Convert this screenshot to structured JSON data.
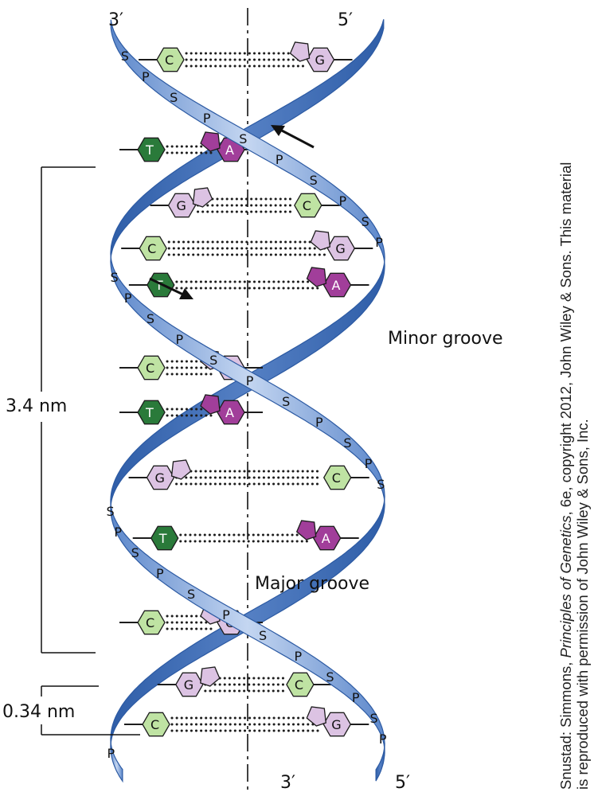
{
  "labels": {
    "top_left_end": "3′",
    "top_right_end": "5′",
    "bottom_left_end": "3′",
    "bottom_right_end": "5′",
    "minor_groove": "Minor groove",
    "major_groove": "Major groove",
    "turn_length": "3.4 nm",
    "base_spacing": "0.34 nm"
  },
  "base_pairs": [
    {
      "left": "C",
      "right": "G"
    },
    {
      "left": "T",
      "right": "A"
    },
    {
      "left": "G",
      "right": "C"
    },
    {
      "left": "C",
      "right": "G"
    },
    {
      "left": "T",
      "right": "A"
    },
    {
      "left": "C",
      "right": "G"
    },
    {
      "left": "T",
      "right": "A"
    },
    {
      "left": "G",
      "right": "C"
    },
    {
      "left": "T",
      "right": "A"
    },
    {
      "left": "C",
      "right": "G"
    },
    {
      "left": "G",
      "right": "C"
    },
    {
      "left": "C",
      "right": "G"
    }
  ],
  "backbone_letters": {
    "sugar": "S",
    "phosphate": "P"
  },
  "colors": {
    "ribbon": "#6b93cf",
    "ribbon_dark": "#2f5ea8",
    "ribbon_light": "#b7cdee",
    "C": "#bfe3a3",
    "G": "#dcc3e3",
    "T": "#2a7a3a",
    "A": "#a13e9a"
  },
  "credit": {
    "line1_pre": "Snustad: Simmons, ",
    "line1_italic": "Principles of Genetics",
    "line1_post": ", 6e, copyright 2012, John Wiley & Sons. This material",
    "line2": "is reproduced with permission of John Wiley & Sons, Inc."
  }
}
